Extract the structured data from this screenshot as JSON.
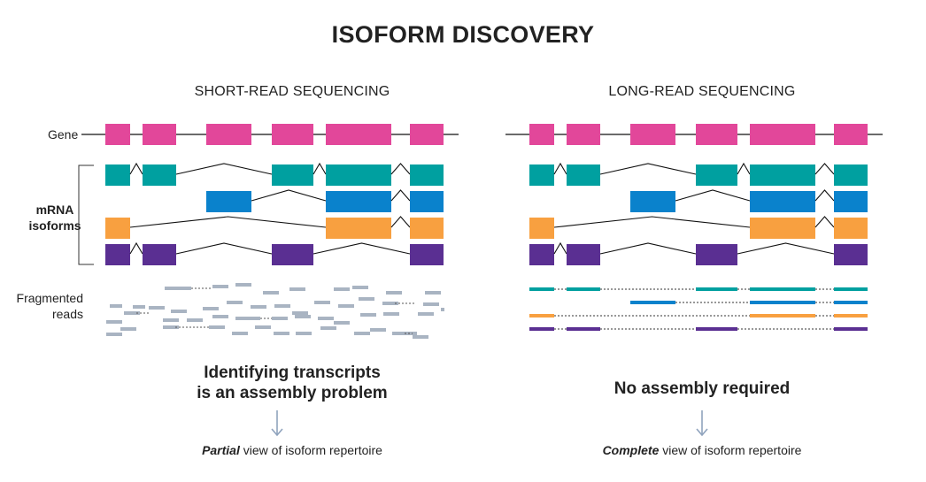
{
  "title": "ISOFORM DISCOVERY",
  "row_labels": {
    "gene": "Gene",
    "isoforms_line1": "mRNA",
    "isoforms_line2": "isoforms",
    "reads_line1": "Fragmented",
    "reads_line2": "reads"
  },
  "panels": {
    "short": {
      "title": "SHORT-READ SEQUENCING",
      "conclusion_line1": "Identifying transcripts",
      "conclusion_line2": "is an assembly problem",
      "footnote_emphasis": "Partial",
      "footnote_rest": " view of isoform repertoire"
    },
    "long": {
      "title": "LONG-READ SEQUENCING",
      "conclusion_line1": "No assembly required",
      "footnote_emphasis": "Complete",
      "footnote_rest": " view of isoform repertoire"
    }
  },
  "colors": {
    "gene": "#e2479a",
    "isoform1": "#00a0a0",
    "isoform2": "#0a82cc",
    "isoform3": "#f8a040",
    "isoform4": "#5a2f92",
    "reads": "#a9b4c2",
    "text": "#222222"
  },
  "icons": [
    "down-arrow-icon"
  ]
}
